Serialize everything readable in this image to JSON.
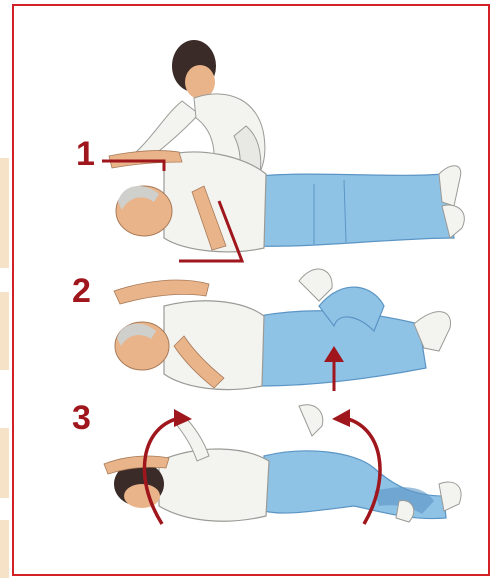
{
  "steps": [
    {
      "number": "1"
    },
    {
      "number": "2"
    },
    {
      "number": "3"
    }
  ],
  "colors": {
    "frame": "#d32027",
    "accent": "#a0161d",
    "jeans": "#8fc3e6",
    "jeans_dark": "#5b95c4",
    "shirt": "#f3f3f0",
    "skin": "#e9b489",
    "hair": "#3a2a28",
    "side_tabs": "#f6e2c7"
  }
}
